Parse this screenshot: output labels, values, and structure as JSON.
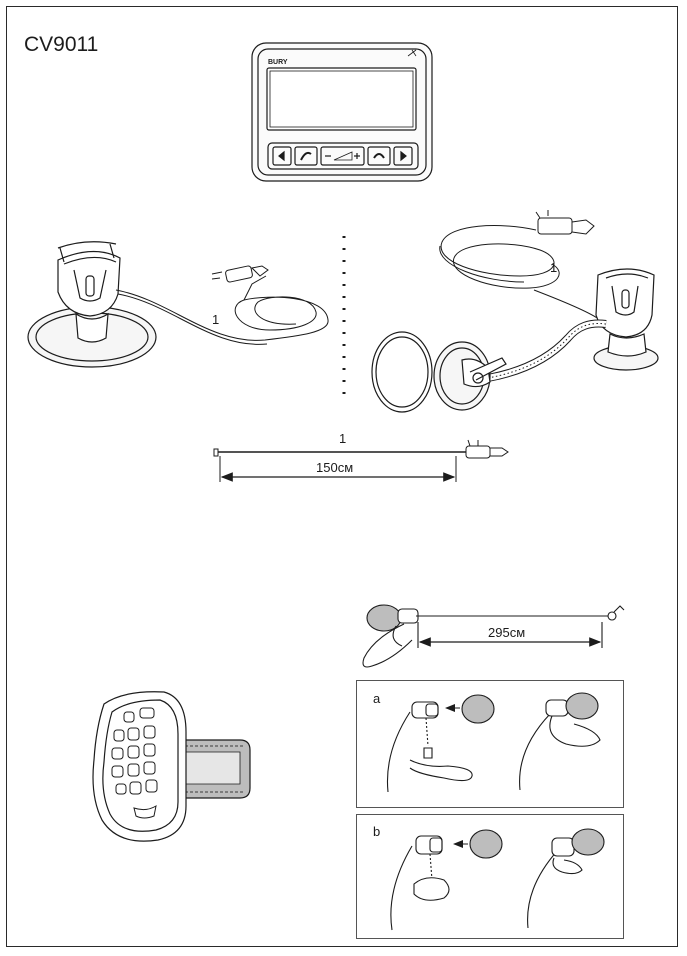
{
  "header": {
    "model_code": "CV9011"
  },
  "device": {
    "brand": "BURY"
  },
  "cable_label_left": "1",
  "cable_label_right": "1",
  "power_cable": {
    "label": "1",
    "length": "150см"
  },
  "microphone_cable": {
    "length": "295см"
  },
  "panel_a": {
    "label": "a"
  },
  "panel_b": {
    "label": "b"
  }
}
